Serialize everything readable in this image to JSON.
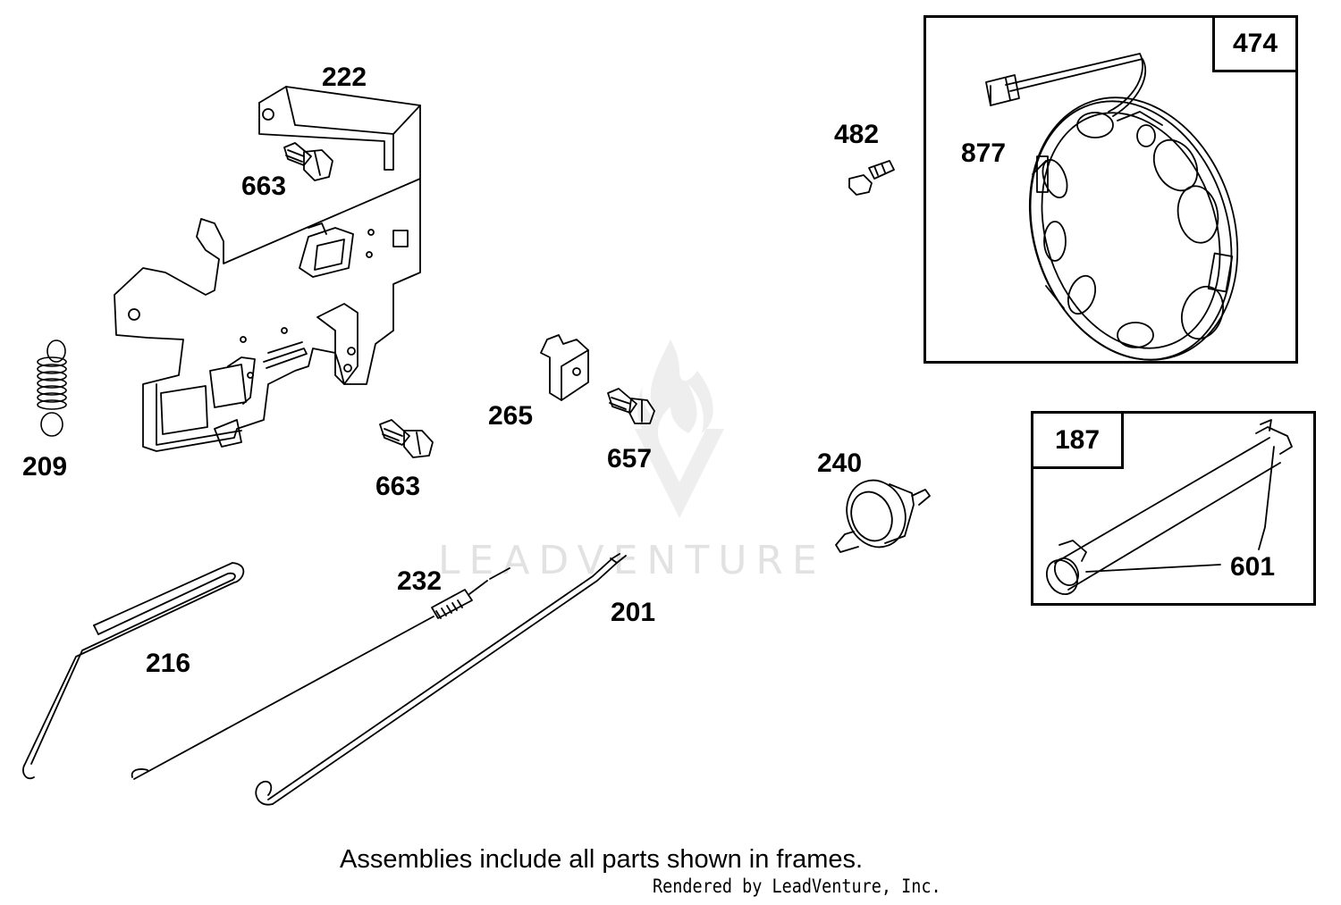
{
  "watermark": {
    "text": "LEADVENTURE"
  },
  "labels": [
    {
      "id": "222",
      "text": "222"
    },
    {
      "id": "663a",
      "text": "663"
    },
    {
      "id": "209",
      "text": "209"
    },
    {
      "id": "663b",
      "text": "663"
    },
    {
      "id": "265",
      "text": "265"
    },
    {
      "id": "657",
      "text": "657"
    },
    {
      "id": "482",
      "text": "482"
    },
    {
      "id": "877",
      "text": "877"
    },
    {
      "id": "240",
      "text": "240"
    },
    {
      "id": "601",
      "text": "601"
    },
    {
      "id": "232",
      "text": "232"
    },
    {
      "id": "201",
      "text": "201"
    },
    {
      "id": "216",
      "text": "216"
    }
  ],
  "frames": [
    {
      "id": "474",
      "tag": "474"
    },
    {
      "id": "187",
      "tag": "187"
    }
  ],
  "footer": {
    "note": "Assemblies include all parts shown in frames.",
    "credit": "Rendered by LeadVenture, Inc."
  }
}
